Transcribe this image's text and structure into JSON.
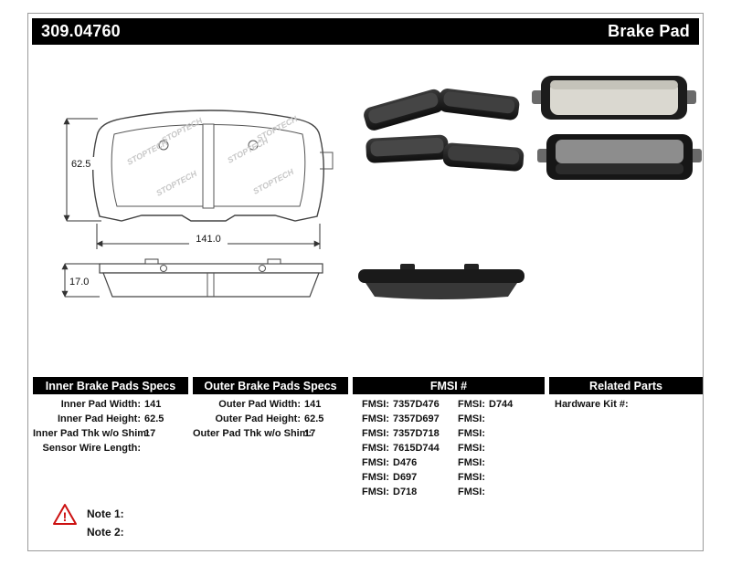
{
  "header": {
    "part_number": "309.04760",
    "product_name": "Brake Pad"
  },
  "diagram": {
    "watermark": "STOPTECH",
    "height_dim": "62.5",
    "width_dim": "141.0",
    "thickness_dim": "17.0"
  },
  "tables": {
    "inner": {
      "title": "Inner Brake Pads Specs",
      "rows": [
        {
          "label": "Inner Pad Width:",
          "value": "141"
        },
        {
          "label": "Inner Pad Height:",
          "value": "62.5"
        },
        {
          "label": "Inner Pad Thk w/o Shim:",
          "value": "17"
        },
        {
          "label": "Sensor Wire Length:",
          "value": ""
        }
      ]
    },
    "outer": {
      "title": "Outer Brake Pads Specs",
      "rows": [
        {
          "label": "Outer Pad Width:",
          "value": "141"
        },
        {
          "label": "Outer Pad Height:",
          "value": "62.5"
        },
        {
          "label": "Outer Pad Thk w/o Shim:",
          "value": "17"
        }
      ]
    },
    "fmsi": {
      "title": "FMSI #",
      "left": [
        {
          "label": "FMSI:",
          "value": "7357D476"
        },
        {
          "label": "FMSI:",
          "value": "7357D697"
        },
        {
          "label": "FMSI:",
          "value": "7357D718"
        },
        {
          "label": "FMSI:",
          "value": "7615D744"
        },
        {
          "label": "FMSI:",
          "value": "D476"
        },
        {
          "label": "FMSI:",
          "value": "D697"
        },
        {
          "label": "FMSI:",
          "value": "D718"
        }
      ],
      "right": [
        {
          "label": "FMSI:",
          "value": "D744"
        },
        {
          "label": "FMSI:",
          "value": ""
        },
        {
          "label": "FMSI:",
          "value": ""
        },
        {
          "label": "FMSI:",
          "value": ""
        },
        {
          "label": "FMSI:",
          "value": ""
        },
        {
          "label": "FMSI:",
          "value": ""
        },
        {
          "label": "FMSI:",
          "value": ""
        }
      ]
    },
    "related": {
      "title": "Related Parts",
      "rows": [
        {
          "label": "Hardware Kit #:",
          "value": ""
        }
      ]
    }
  },
  "notes": {
    "warning_glyph": "!",
    "items": [
      {
        "label": "Note 1:"
      },
      {
        "label": "Note 2:"
      }
    ]
  },
  "colors": {
    "header_bg": "#000000",
    "warning": "#cc1111",
    "drawing_line": "#444444"
  }
}
